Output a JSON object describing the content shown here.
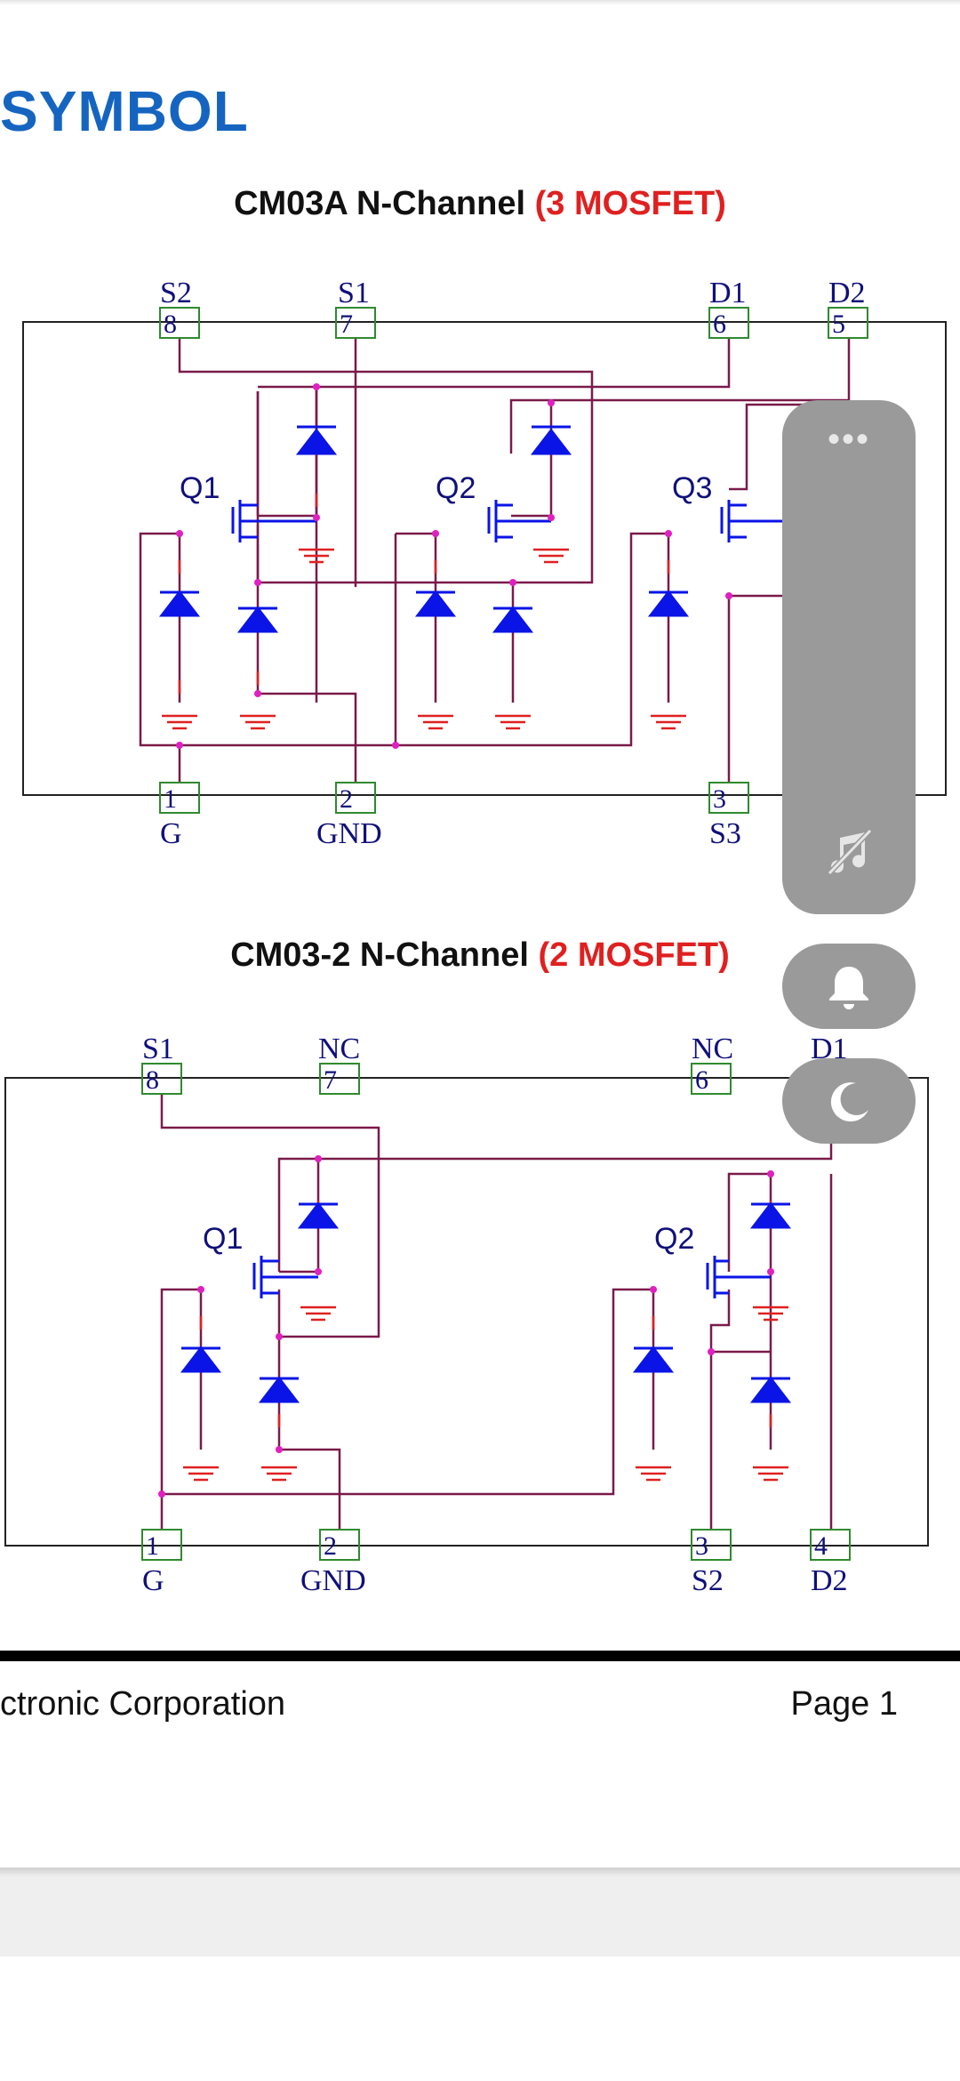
{
  "section": {
    "title": "SYMBOL"
  },
  "diagram1": {
    "title_prefix": "CM03A N-Channel",
    "title_highlight": "(3 MOSFET)",
    "top_pins": [
      {
        "label": "S2",
        "num": "8"
      },
      {
        "label": "S1",
        "num": "7"
      },
      {
        "label": "D1",
        "num": "6"
      },
      {
        "label": "D2",
        "num": "5"
      }
    ],
    "bottom_pins": [
      {
        "label": "G",
        "num": "1"
      },
      {
        "label": "GND",
        "num": "2"
      },
      {
        "label": "S3",
        "num": "3"
      }
    ],
    "transistors": [
      "Q1",
      "Q2",
      "Q3"
    ]
  },
  "diagram2": {
    "title_prefix": "CM03-2 N-Channel",
    "title_highlight": "(2 MOSFET)",
    "top_pins": [
      {
        "label": "S1",
        "num": "8"
      },
      {
        "label": "NC",
        "num": "7"
      },
      {
        "label": "NC",
        "num": "6"
      },
      {
        "label": "D1"
      }
    ],
    "bottom_pins": [
      {
        "label": "G",
        "num": "1"
      },
      {
        "label": "GND",
        "num": "2"
      },
      {
        "label": "S2",
        "num": "3"
      },
      {
        "label": "D2",
        "num": "4"
      }
    ],
    "transistors": [
      "Q1",
      "Q2"
    ]
  },
  "footer": {
    "left": "ctronic Corporation",
    "right": "Page 1"
  },
  "overlay": {
    "menu_dots": "•••",
    "icons": [
      "music-muted-icon",
      "bell-icon",
      "moon-icon"
    ]
  },
  "colors": {
    "title_blue": "#1565c0",
    "highlight_red": "#e02020",
    "wire": "#7a1a4a",
    "diode": "#0a14e6",
    "pin_box": "#2f8a2f",
    "label_navy": "#10107a",
    "panel_gray": "#9a9a9a"
  }
}
